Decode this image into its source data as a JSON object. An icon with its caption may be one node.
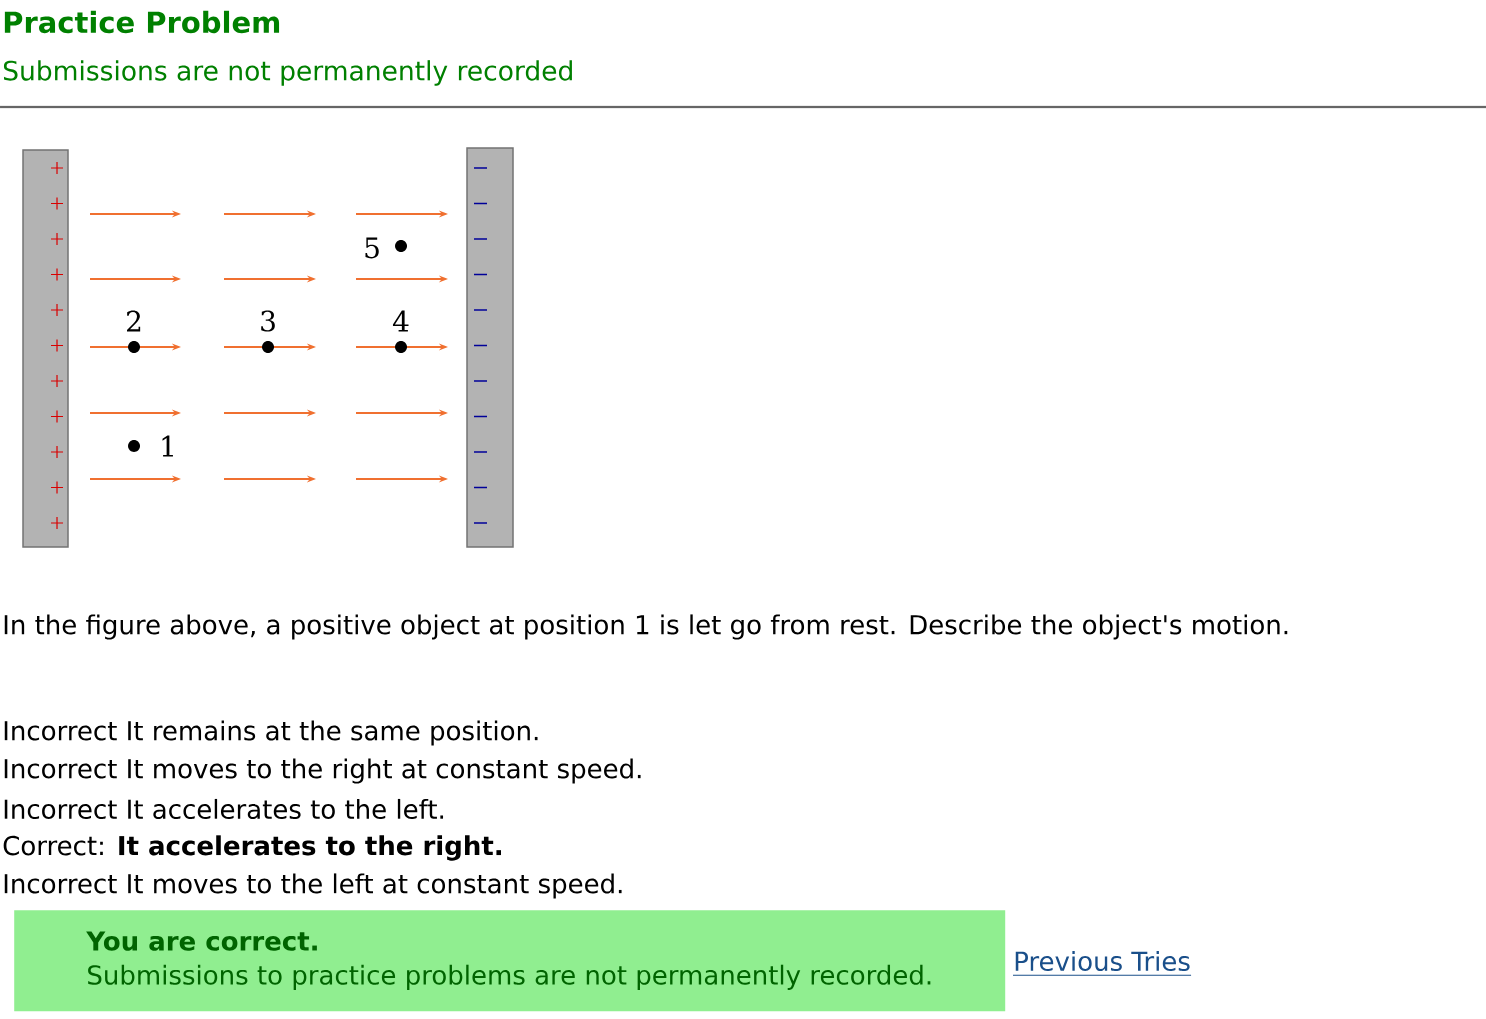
{
  "diagram": {
    "title": "Practice Problem",
    "nodes": [
      {
        "text": [
          "You are correct.",
          "Submissions to practice problems are not permanently recorded."
        ]
      }
    ],
    "labels": [
      "Submissions are not permanently recorded",
      "5",
      "2",
      "3",
      "4",
      "1",
      "In the figure above, a positive object at position 1 is let go from rest. Describe the object's motion.",
      "Incorrect It remains at the same position.",
      "Incorrect It moves to the right at constant speed.",
      "Incorrect It accelerates to the left.",
      "Correct: **It accelerates to the right.**",
      "Incorrect It moves to the left at constant speed.",
      "Previous Tries"
    ]
  }
}
